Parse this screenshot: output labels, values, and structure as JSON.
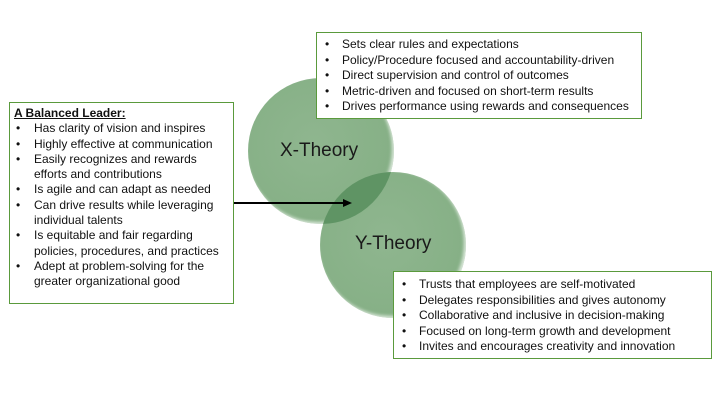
{
  "diagram": {
    "circles": [
      {
        "label": "X-Theory",
        "color": "#86b086"
      },
      {
        "label": "Y-Theory",
        "color": "#86b086"
      }
    ],
    "overlap_color": "#5f9464",
    "border_color": "#5a9a3c",
    "balanced_leader": {
      "title": "A Balanced Leader:",
      "items": [
        "Has clarity of vision and inspires",
        "Highly effective at communication",
        "Easily recognizes and rewards efforts and contributions",
        "Is agile and can adapt as needed",
        "Can drive results while leveraging individual talents",
        "Is equitable and fair regarding policies, procedures, and practices",
        "Adept at problem-solving for the greater organizational good"
      ]
    },
    "x_theory_traits": [
      "Sets clear rules and expectations",
      "Policy/Procedure focused and accountability-driven",
      "Direct supervision and control of outcomes",
      "Metric-driven and focused on short-term results",
      "Drives performance using rewards and consequences"
    ],
    "y_theory_traits": [
      "Trusts that employees are self-motivated",
      "Delegates responsibilities and gives autonomy",
      "Collaborative and inclusive in decision-making",
      "Focused on long-term growth and development",
      "Invites and encourages creativity and innovation"
    ]
  }
}
